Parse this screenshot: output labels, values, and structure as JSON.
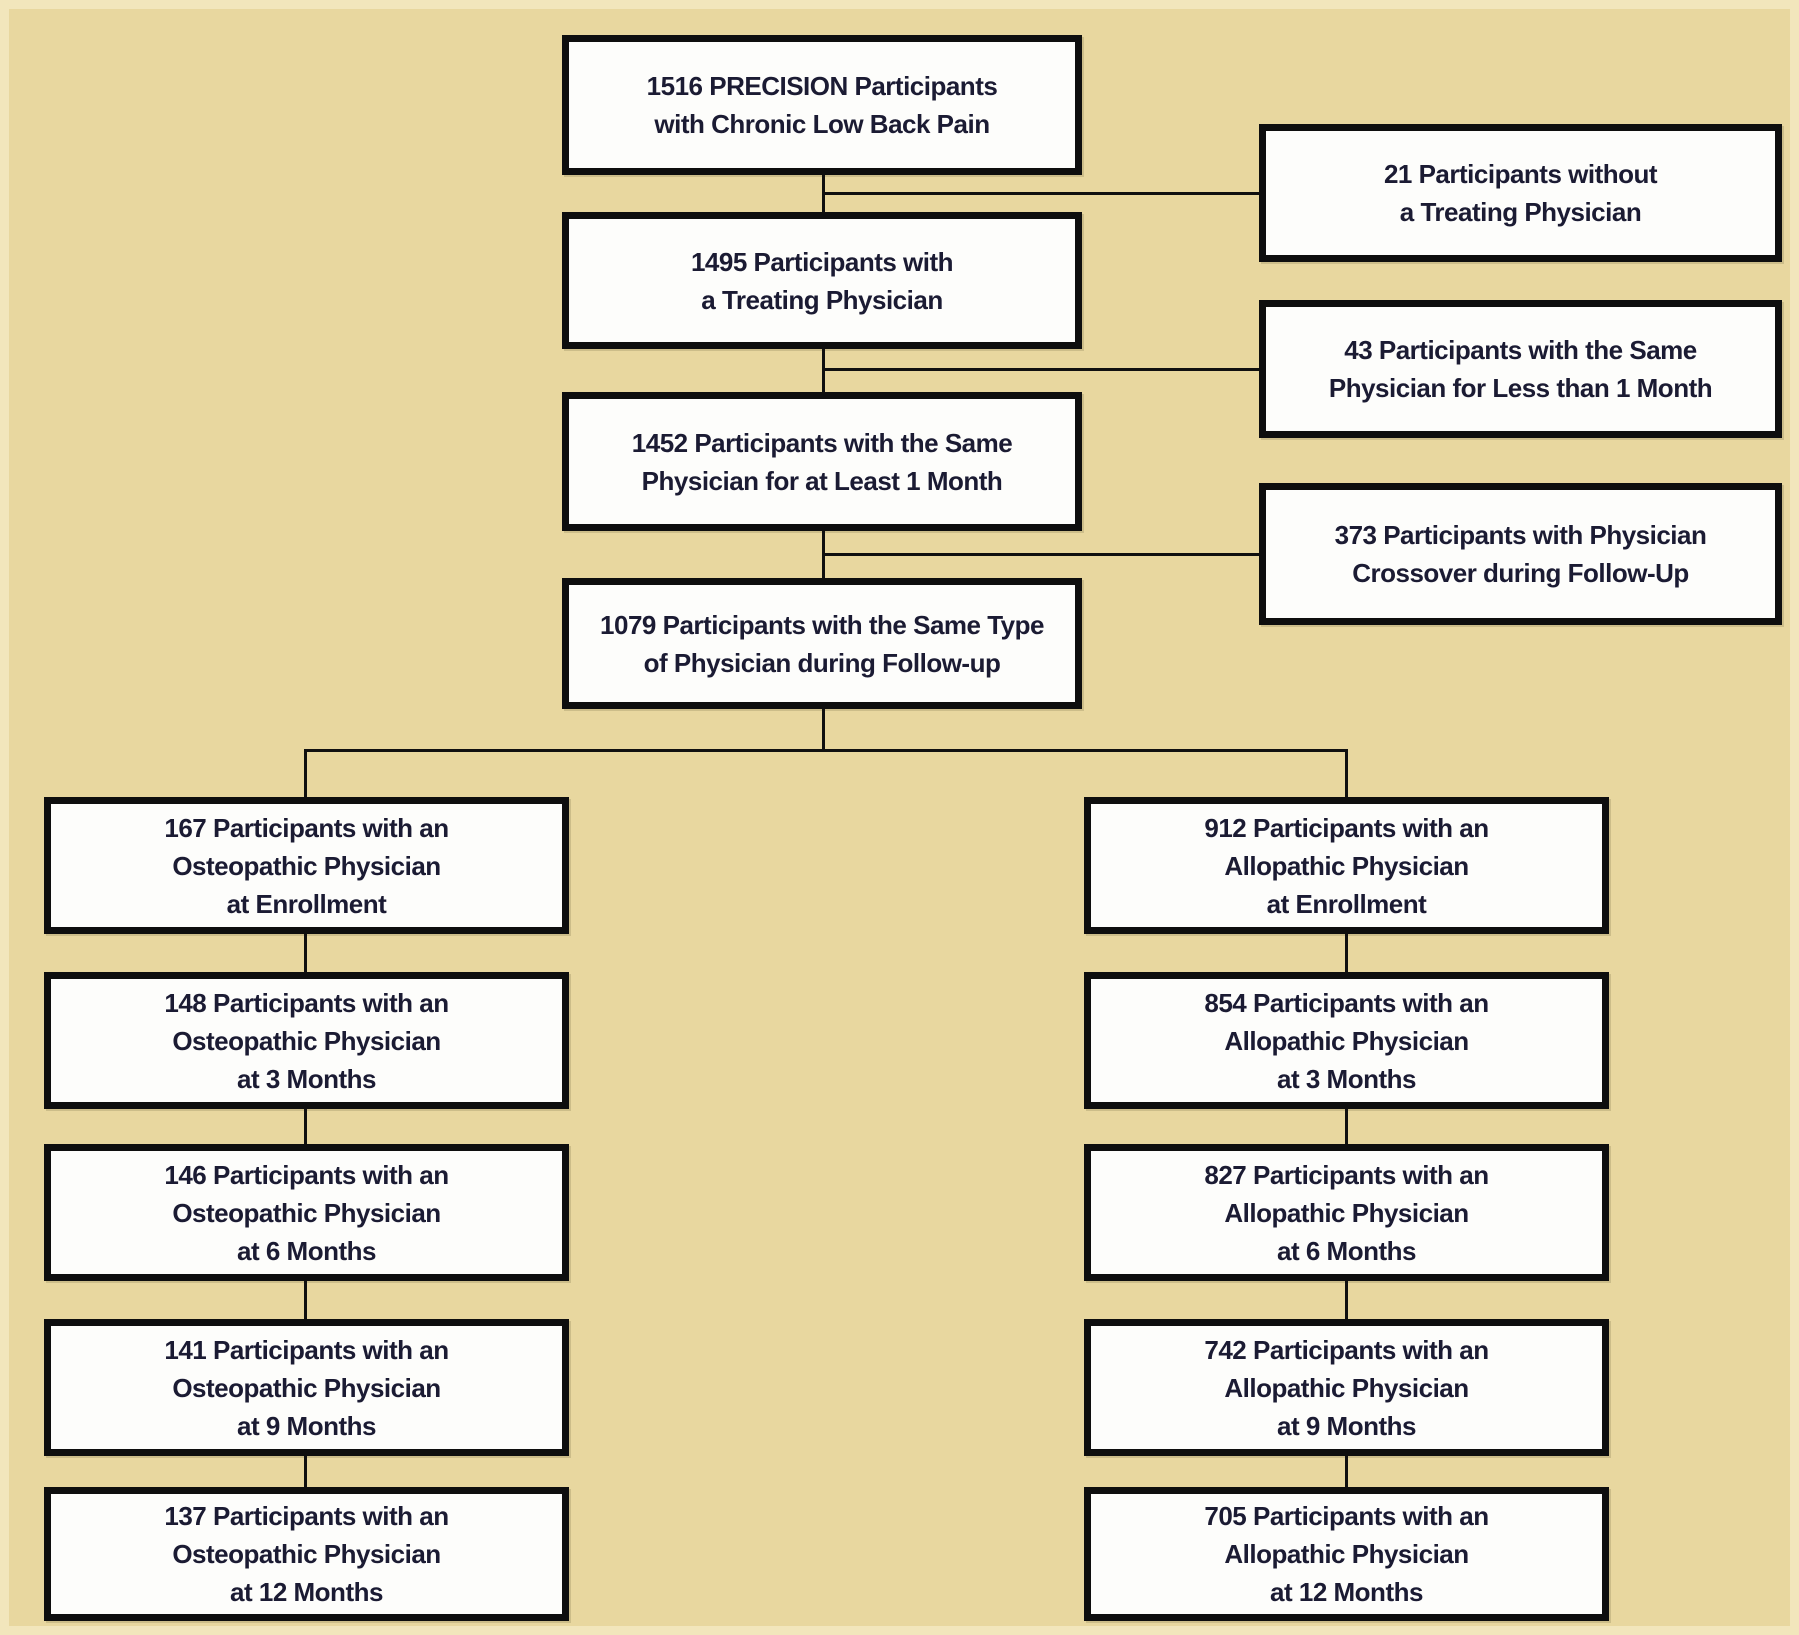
{
  "figure": {
    "type": "participant-flow-diagram",
    "colors": {
      "background": "#e8d79f",
      "edge_highlight": "#f2e6bc",
      "box_fill": "#fdfdfb",
      "box_border": "#0e0e0e",
      "text": "#1b1b33",
      "connector": "#101010"
    }
  },
  "flow": {
    "main": [
      {
        "lines": [
          "1516 PRECISION Participants",
          "with Chronic Low Back Pain"
        ]
      },
      {
        "lines": [
          "1495 Participants with",
          "a Treating Physician"
        ]
      },
      {
        "lines": [
          "1452 Participants with the Same",
          "Physician for at Least 1 Month"
        ]
      },
      {
        "lines": [
          "1079 Participants with the Same Type",
          "of Physician during Follow-up"
        ]
      }
    ],
    "exclusions": [
      {
        "lines": [
          "21 Participants without",
          "a Treating Physician"
        ]
      },
      {
        "lines": [
          "43 Participants with the Same",
          "Physician for Less than 1 Month"
        ]
      },
      {
        "lines": [
          "373 Participants with Physician",
          "Crossover during Follow-Up"
        ]
      }
    ],
    "osteopathic": [
      {
        "lines": [
          "167 Participants with an",
          "Osteopathic Physician",
          "at Enrollment"
        ]
      },
      {
        "lines": [
          "148 Participants with an",
          "Osteopathic Physician",
          "at 3 Months"
        ]
      },
      {
        "lines": [
          "146 Participants with an",
          "Osteopathic Physician",
          "at 6 Months"
        ]
      },
      {
        "lines": [
          "141 Participants with an",
          "Osteopathic Physician",
          "at 9 Months"
        ]
      },
      {
        "lines": [
          "137 Participants with an",
          "Osteopathic Physician",
          "at 12 Months"
        ]
      }
    ],
    "allopathic": [
      {
        "lines": [
          "912 Participants with an",
          "Allopathic Physician",
          "at Enrollment"
        ]
      },
      {
        "lines": [
          "854 Participants with an",
          "Allopathic Physician",
          "at 3 Months"
        ]
      },
      {
        "lines": [
          "827 Participants with an",
          "Allopathic Physician",
          "at 6 Months"
        ]
      },
      {
        "lines": [
          "742 Participants with an",
          "Allopathic Physician",
          "at 9 Months"
        ]
      },
      {
        "lines": [
          "705 Participants with an",
          "Allopathic Physician",
          "at 12 Months"
        ]
      }
    ]
  }
}
